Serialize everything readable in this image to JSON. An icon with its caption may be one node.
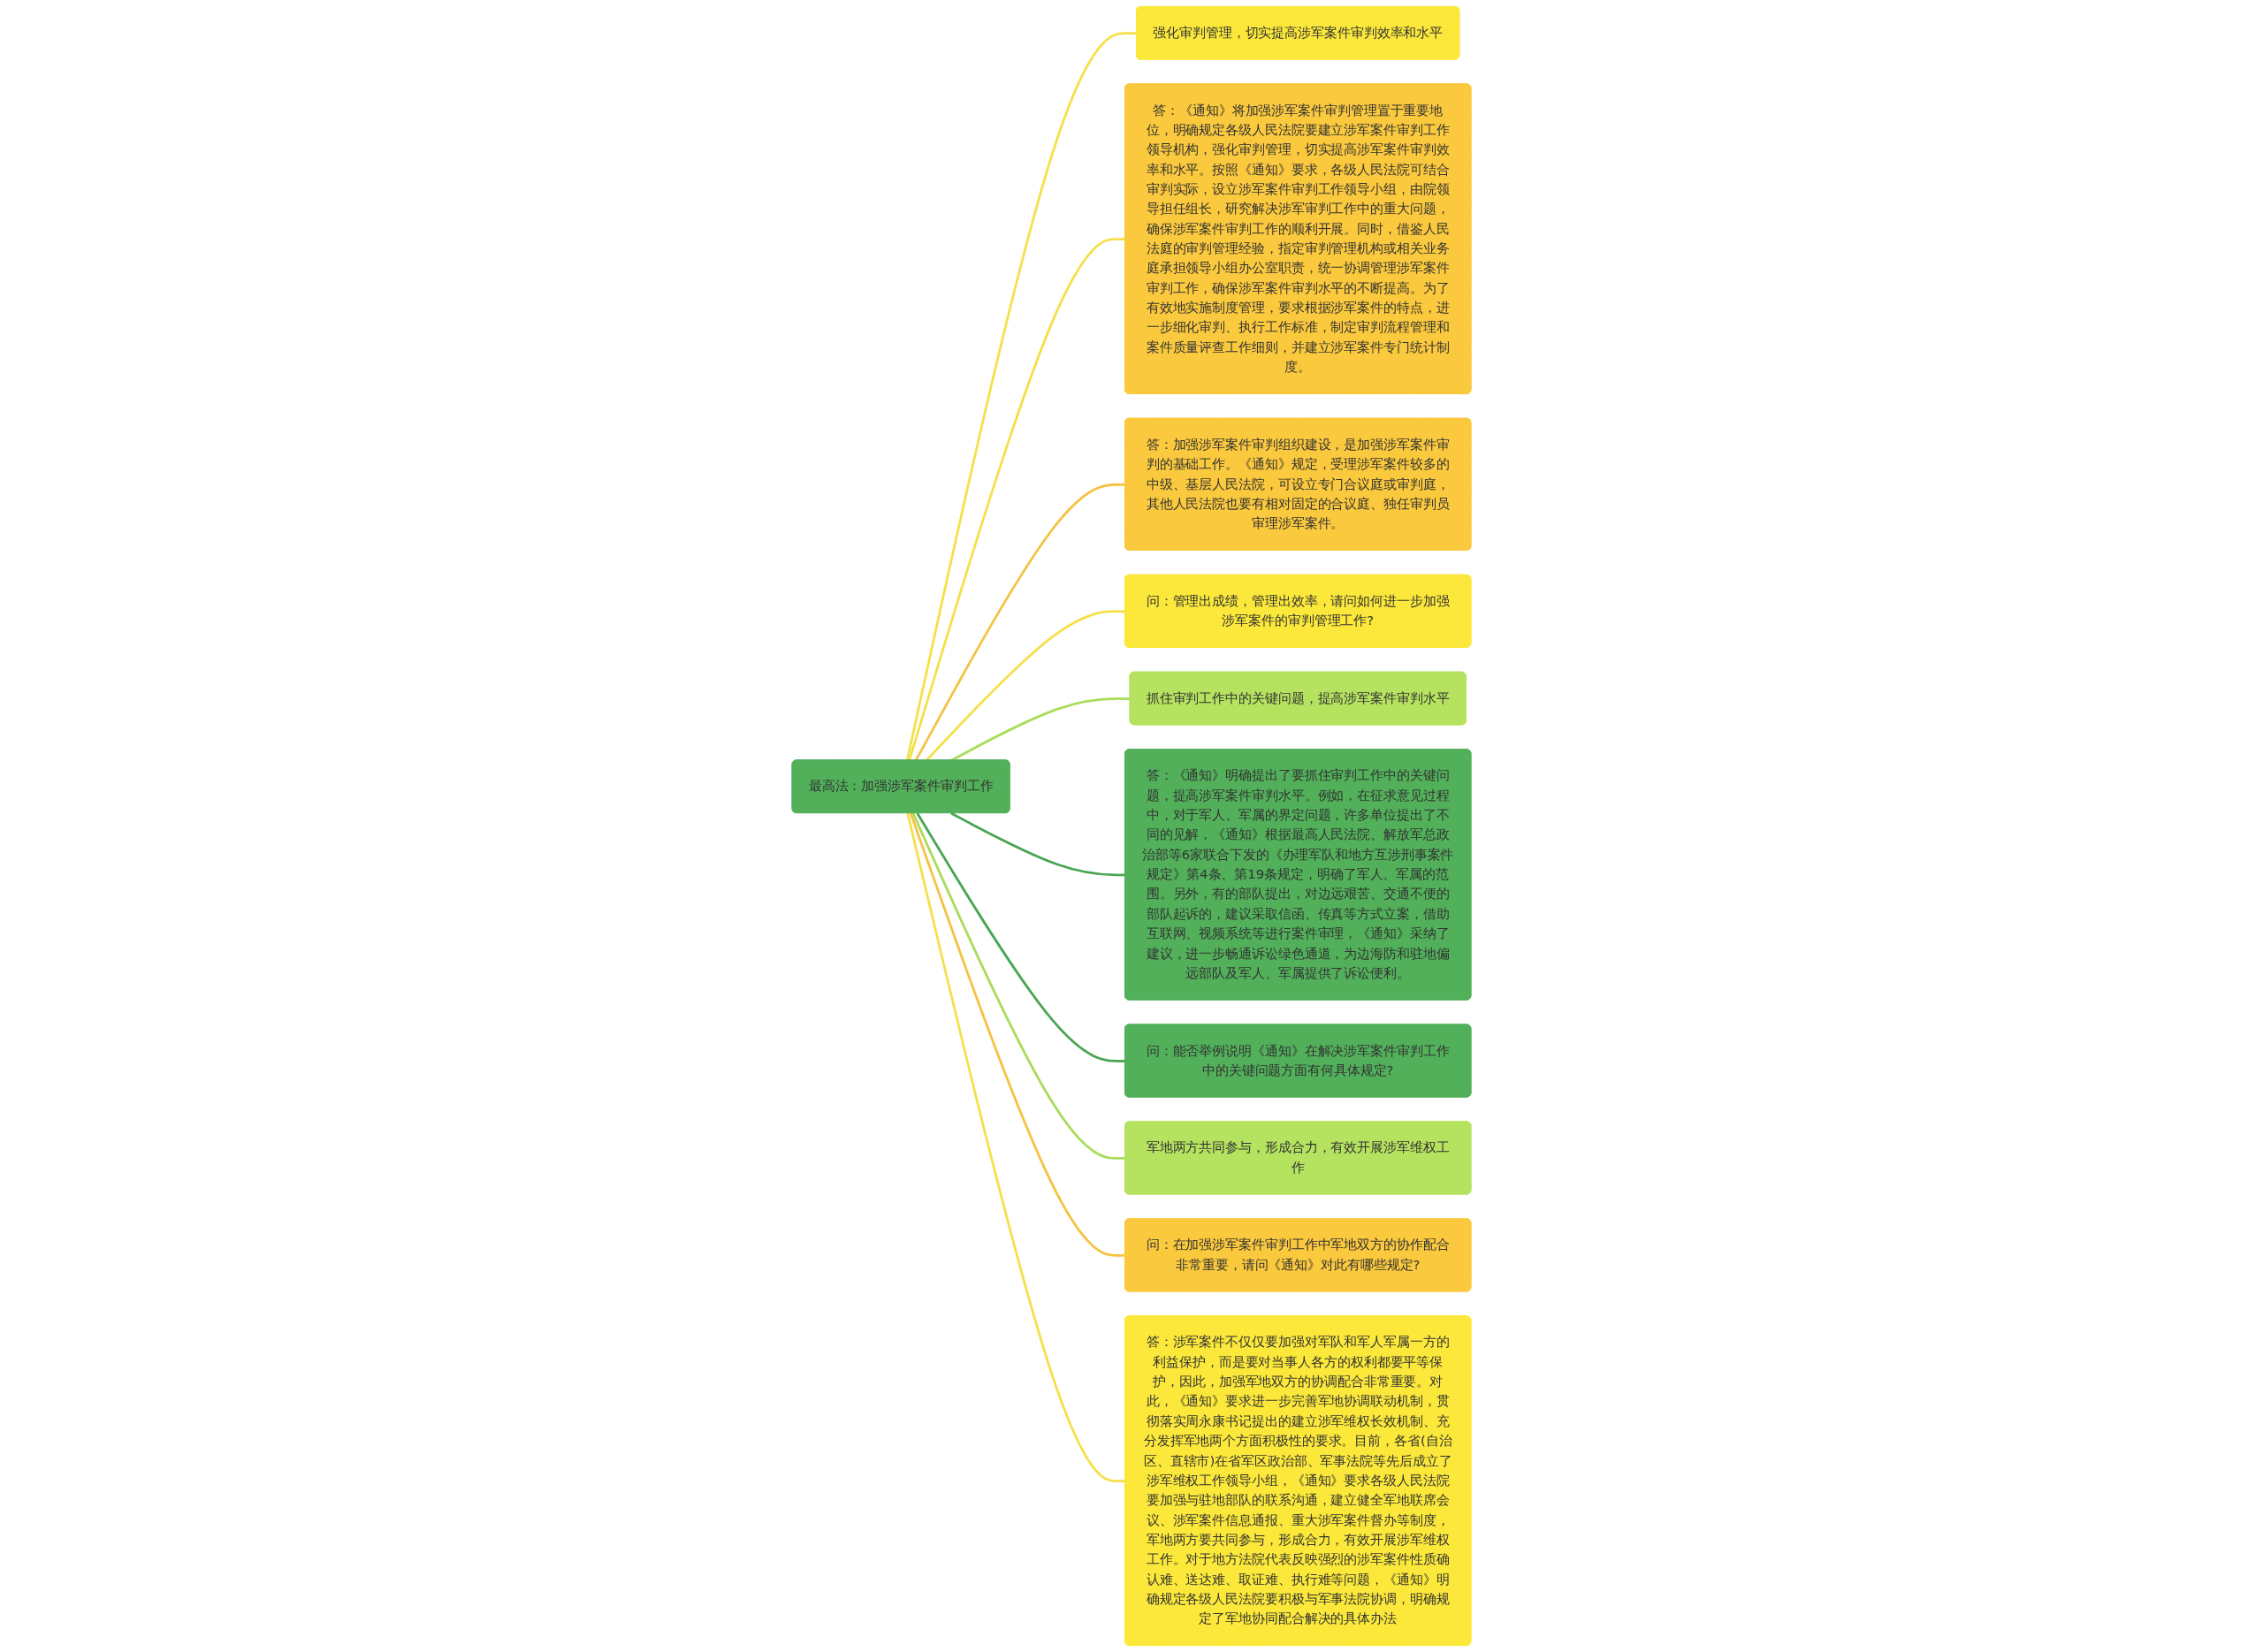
{
  "diagram": {
    "nodes": [
      {
        "text": [
          "最高法：加强涉军案件审判工作"
        ]
      },
      {
        "text": [
          "强化审判管理，切实提高涉军案件审判效率和水平"
        ]
      },
      {
        "text": [
          "答：《通知》将加强涉军案件审判管理置于重要地位，明确规定各级人民法院要建立涉军案件审判工作领导机构，强化审判管理，切实提高涉军案件审判效率和水平。按照《通知》要求，各级人民法院可结合审判实际，设立涉军案件审判工作领导小组，由院领导担任组长，研究解决涉军审判工作中的重大问题，确保涉军案件审判工作的顺利开展。同时，借鉴人民法庭的审判管理经验，指定审判管理机构或相关业务庭承担领导小组办公室职责，统一协调管理涉军案件审判工作，确保涉军案件审判水平的不断提高。为了有效地实施制度管理，要求根据涉军案件的特点，进一步细化审判、执行工作标准，制定审判流程管理和案件质量评查工作细则，并建立涉军案件专门统计制度。"
        ]
      },
      {
        "text": [
          "答：加强涉军案件审判组织建设，是加强涉军案件审判的基础工作。《通知》规定，受理涉军案件较多的中级、基层人民法院，可设立专门合议庭或审判庭，其他人民法院也要有相对固定的合议庭、独任审判员审理涉军案件。"
        ]
      },
      {
        "text": [
          "问：管理出成绩，管理出效率，请问如何进一步加强涉军案件的审判管理工作?"
        ]
      },
      {
        "text": [
          "抓住审判工作中的关键问题，提高涉军案件审判水平"
        ]
      },
      {
        "text": [
          "答：《通知》明确提出了要抓住审判工作中的关键问题，提高涉军案件审判水平。例如，在征求意见过程中，对于军人、军属的界定问题，许多单位提出了不同的见解，《通知》根据最高人民法院、解放军总政治部等6家联合下发的《办理军队和地方互涉刑事案件规定》第4条、第19条规定，明确了军人、军属的范围。另外，有的部队提出，对边远艰苦、交通不便的部队起诉的，建议采取信函、传真等方式立案，借助互联网、视频系统等进行案件审理，《通知》采纳了建议，进一步畅通诉讼绿色通道，为边海防和驻地偏远部队及军人、军属提供了诉讼便利。"
        ]
      },
      {
        "text": [
          "问：能否举例说明《通知》在解决涉军案件审判工作中的关键问题方面有何具体规定?"
        ]
      },
      {
        "text": [
          "军地两方共同参与，形成合力，有效开展涉军维权工作"
        ]
      },
      {
        "text": [
          "问：在加强涉军案件审判工作中军地双方的协作配合非常重要，请问《通知》对此有哪些规定?"
        ]
      },
      {
        "text": [
          "答：涉军案件不仅仅要加强对军队和军人军属一方的利益保护，而是要对当事人各方的权利都要平等保护，因此，加强军地双方的协调配合非常重要。对此，《通知》要求进一步完善军地协调联动机制，贯彻落实周永康书记提出的建立涉军维权长效机制、充分发挥军地两个方面积极性的要求。目前，各省(自治区、直辖市)在省军区政治部、军事法院等先后成立了涉军维权工作领导小组，《通知》要求各级人民法院要加强与驻地部队的联系沟通，建立健全军地联席会议、涉军案件信息通报、重大涉军案件督办等制度，军地两方要共同参与，形成合力，有效开展涉军维权工作。对于地方法院代表反映强烈的涉军案件性质确认难、送达难、取证难、执行难等问题，《通知》明确规定各级人民法院要积极与军事法院协调，明确规定了军地协同配合解决的具体办法"
        ]
      }
    ],
    "edges": [
      {
        "from": 0,
        "to": 1,
        "arrow": "none",
        "color": "#f5e04a"
      },
      {
        "from": 0,
        "to": 2,
        "arrow": "none",
        "color": "#f5e04a"
      },
      {
        "from": 0,
        "to": 3,
        "arrow": "none",
        "color": "#f5c242"
      },
      {
        "from": 0,
        "to": 4,
        "arrow": "none",
        "color": "#f5e04a"
      },
      {
        "from": 0,
        "to": 5,
        "arrow": "none",
        "color": "#a8dc5a"
      },
      {
        "from": 0,
        "to": 6,
        "arrow": "none",
        "color": "#4aa552"
      },
      {
        "from": 0,
        "to": 7,
        "arrow": "none",
        "color": "#4aa552"
      },
      {
        "from": 0,
        "to": 8,
        "arrow": "none",
        "color": "#a8dc5a"
      },
      {
        "from": 0,
        "to": 9,
        "arrow": "none",
        "color": "#f5c242"
      },
      {
        "from": 0,
        "to": 10,
        "arrow": "none",
        "color": "#f5e04a"
      }
    ]
  }
}
